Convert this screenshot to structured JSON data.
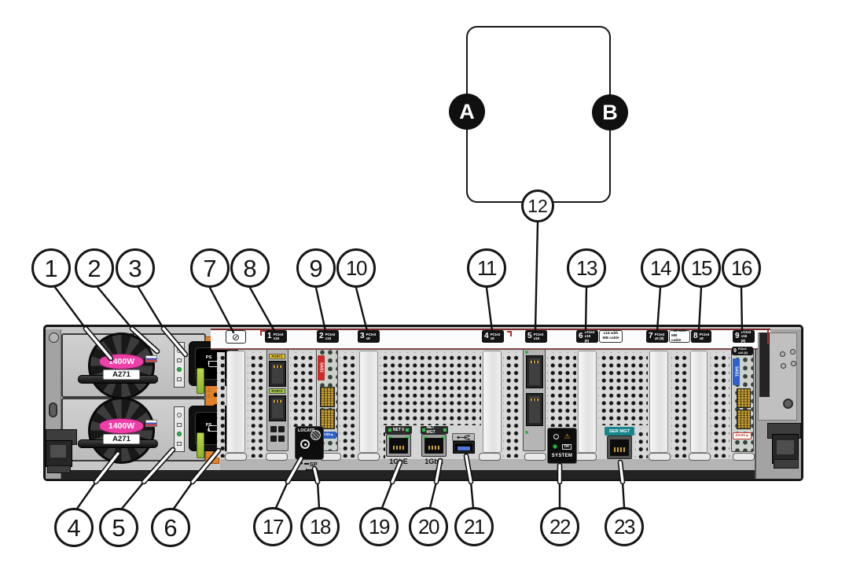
{
  "detail_box": {
    "card_a_badge": "A",
    "card_b_badge": "B",
    "callout": "12"
  },
  "callouts": {
    "c1": "1",
    "c2": "2",
    "c3": "3",
    "c4": "4",
    "c5": "5",
    "c6": "6",
    "c7": "7",
    "c8": "8",
    "c9": "9",
    "c10": "10",
    "c11": "11",
    "c13": "13",
    "c14": "14",
    "c15": "15",
    "c16": "16",
    "c17": "17",
    "c18": "18",
    "c19": "19",
    "c20": "20",
    "c21": "21",
    "c22": "22",
    "c23": "23"
  },
  "psu": {
    "wattage": "1400W",
    "part": "A271",
    "ps1_line1": "PS",
    "ps1_line2": "1",
    "ps0_line1": "PS",
    "ps0_line2": "0"
  },
  "slot_strip": {
    "blocked_symbol": "⊘",
    "slots": {
      "s1": {
        "n": "1",
        "bus": "PCIe3",
        "lanes": "x16"
      },
      "s2": {
        "n": "2",
        "bus": "PCIe3",
        "lanes": "x16"
      },
      "s3": {
        "n": "3",
        "bus": "PCIe3",
        "lanes": "x8"
      },
      "s4": {
        "n": "4",
        "bus": "PCIe3",
        "lanes": "x8"
      },
      "s5": {
        "n": "5",
        "bus": "PCIe3",
        "lanes": "x16"
      },
      "s6": {
        "n": "6",
        "bus": "PCIe3",
        "lanes": "x16 (8)"
      },
      "s7": {
        "n": "7",
        "bus": "PCIe3",
        "lanes": "x8 (8)"
      },
      "s8": {
        "n": "8",
        "bus": "PCIe3",
        "lanes": "x8"
      },
      "s9": {
        "n": "9",
        "bus": "PCIe3",
        "lanes": "x16 (8)"
      }
    },
    "notes": {
      "n6": {
        "l1": "x16 with",
        "l2": "MB cable"
      },
      "n7": {
        "l1": "x8 with",
        "l2": "MB cable"
      }
    }
  },
  "cards": {
    "port1": "PORT1",
    "port2": "PORT2",
    "sas1": "SAS1",
    "sas0": "SAS0▲",
    "slot9_label": {
      "n": "9",
      "bus": "PCIe3",
      "lanes": "x16 (8)"
    }
  },
  "ports": {
    "locate": "LOCATE",
    "sp": "SP",
    "sp_dot": "●",
    "net0": "NET 0",
    "net_mgt": "NET MGT",
    "gbe": "1GbE",
    "system": "SYSTEM",
    "ok": "OK",
    "warning_icon": "⚠",
    "ser_mgt": "SER MGT"
  }
}
